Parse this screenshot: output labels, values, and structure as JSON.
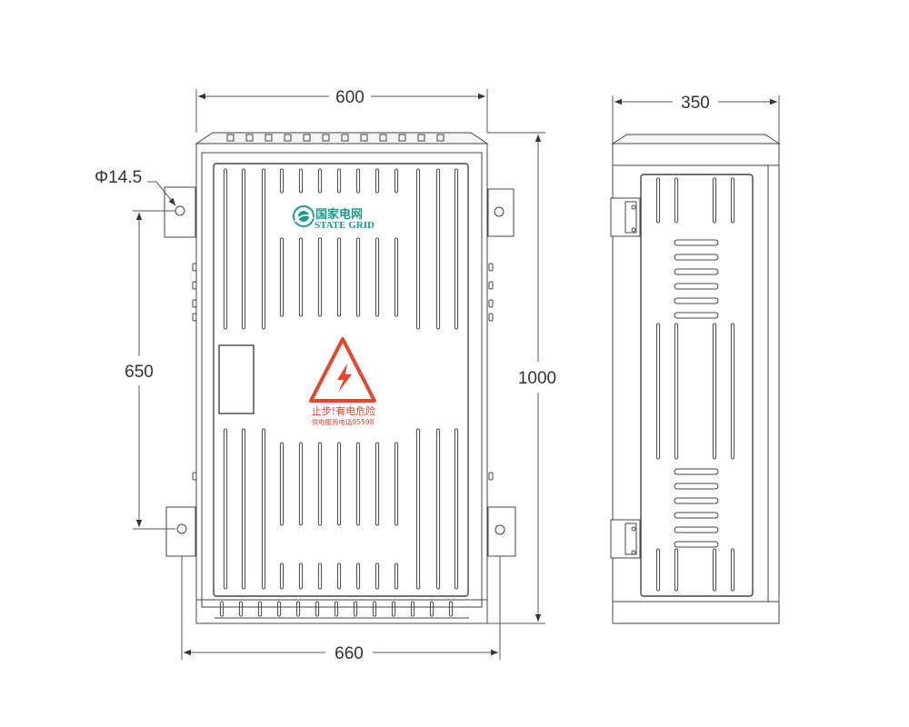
{
  "dimensions": {
    "front_width": "600",
    "mount_width": "660",
    "height": "1000",
    "hole_spacing": "650",
    "hole_diameter": "Φ14.5",
    "side_depth": "350"
  },
  "logo": {
    "name_cn": "国家电网",
    "name_en": "STATE GRID",
    "color": "#1a9a8c"
  },
  "warning": {
    "line1": "止步!有电危险",
    "line2": "供电服务电话95598",
    "color": "#e8452a"
  },
  "colors": {
    "line": "#444444",
    "dimension": "#333333"
  }
}
